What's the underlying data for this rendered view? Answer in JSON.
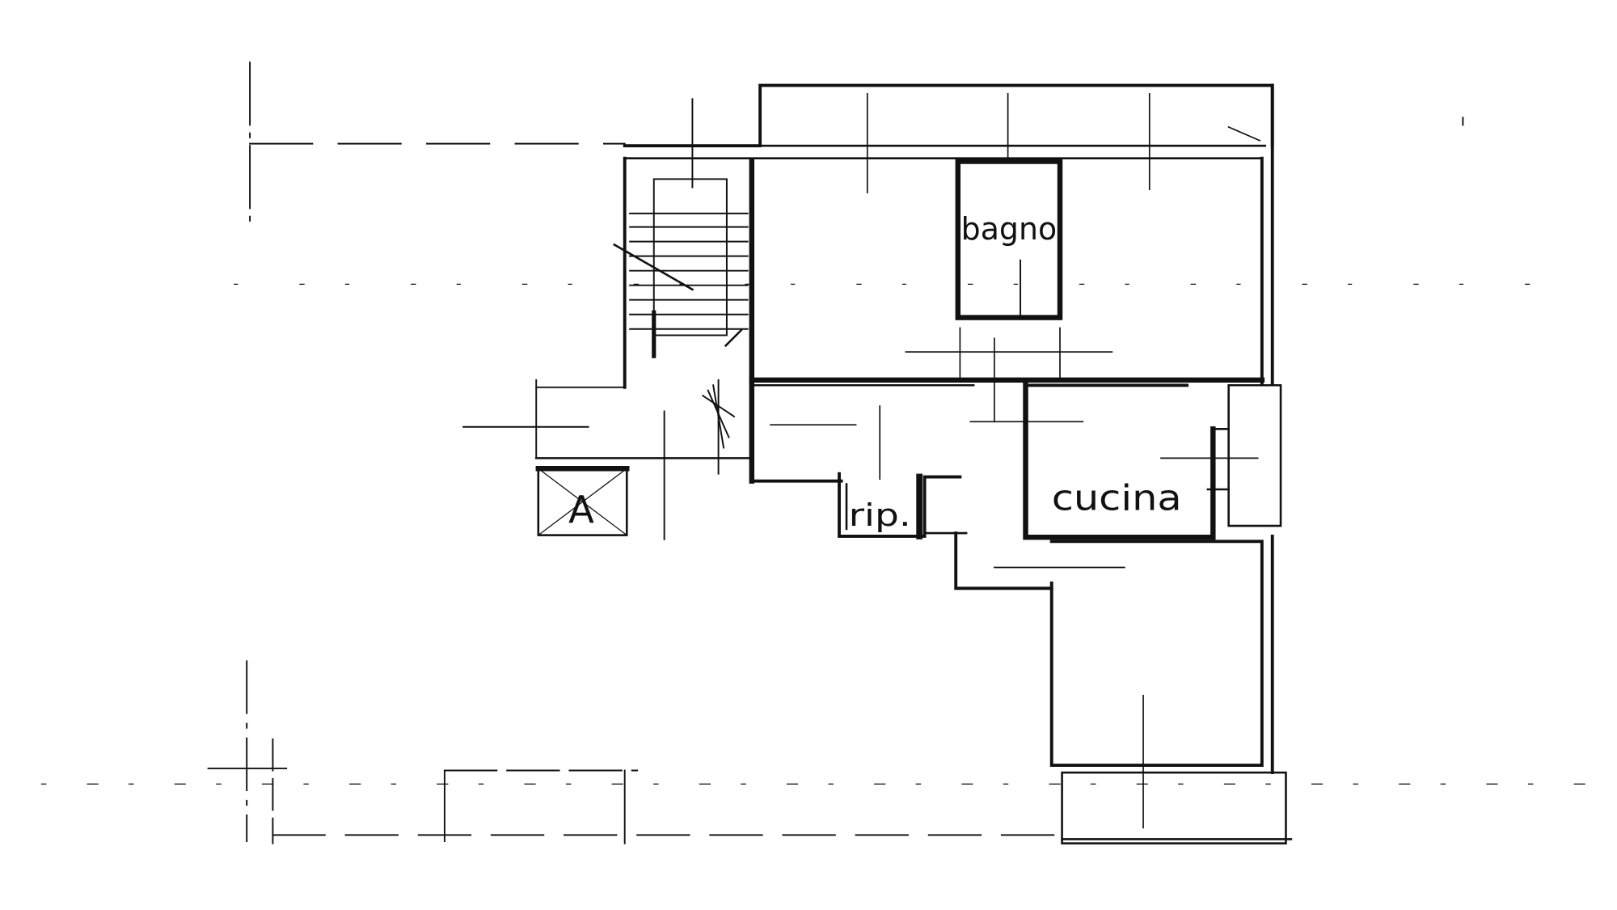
{
  "rooms": {
    "bagno": "bagno",
    "cucina": "cucina",
    "ripostiglio": "rip.",
    "elevator": "A"
  },
  "colors": {
    "ink": "#111111",
    "paper": "#ffffff"
  }
}
